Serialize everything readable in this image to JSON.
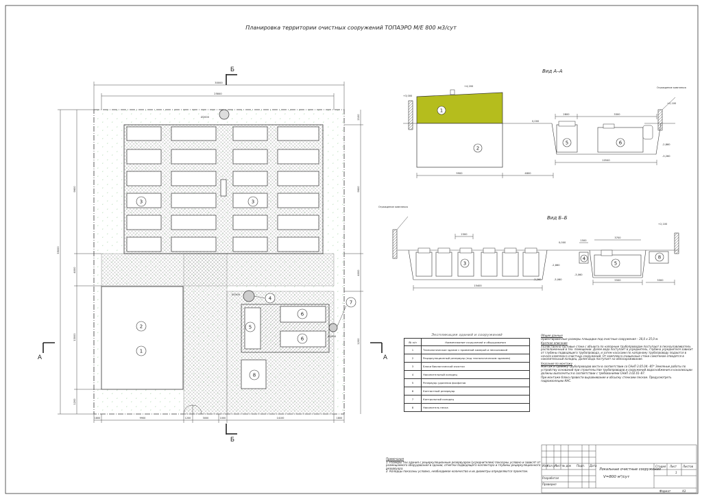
{
  "title": "Планировка территории очистных сооружений ТОПАЭРО М/Е 800 м3/сут",
  "plan": {
    "section_marks": {
      "b": "Б",
      "a": "А"
    },
    "dims_top": [
      "30000",
      "25840"
    ],
    "dims_right": [
      "2100",
      "9600",
      "4000",
      "1200"
    ],
    "dims_left": [
      "9600",
      "4000",
      "13000",
      "1200"
    ],
    "dims_overall": "35000",
    "dims_bottom": [
      "1800",
      "9900",
      "1200",
      "3000",
      "1000",
      "14100",
      "1800"
    ],
    "well_labels": [
      "Ø2000",
      "Ø1500",
      "Ø2000"
    ],
    "numbers": [
      "3",
      "3",
      "2",
      "1",
      "4",
      "5",
      "6",
      "6",
      "7",
      "8"
    ]
  },
  "view_aa": {
    "title": "Вид А–А",
    "labels": [
      "+3,000",
      "+4,200",
      "0,000",
      "Ограждение комплекса",
      "+2,100",
      "-2,860",
      "-3,260"
    ],
    "dims": [
      "9900",
      "4800",
      "2800",
      "3300",
      "10540"
    ],
    "numbers": [
      "1",
      "2",
      "5",
      "6"
    ]
  },
  "view_bb": {
    "title": "Вид Б–Б",
    "labels": [
      "Ограждение комплекса",
      "0,000",
      "+2,100",
      "-2,860",
      "-3,260",
      "-3,060",
      "-3,060"
    ],
    "dims": [
      "2300",
      "1500",
      "3700",
      "15400",
      "5500",
      "3300"
    ],
    "numbers": [
      "3",
      "4",
      "5",
      "8"
    ]
  },
  "legend": {
    "title": "Экспликация зданий и сооружений",
    "header": [
      "№ п/п",
      "Наименование сооружений и оборудования"
    ],
    "rows": [
      [
        "1",
        "Технологическое здание с приемной камерой и песколовкой"
      ],
      [
        "2",
        "Рециркуляционный резервуар (под технологическим зданием)"
      ],
      [
        "3",
        "Блоки биологической очистки"
      ],
      [
        "4",
        "Накопительный колодец"
      ],
      [
        "5",
        "Резервуар удаления фосфатов"
      ],
      [
        "6",
        "Контактный резервуар"
      ],
      [
        "7",
        "Контрольный колодец"
      ],
      [
        "8",
        "Накопитель песка"
      ]
    ]
  },
  "notes": {
    "h1": "Общие данные",
    "p1": "Ориентировочные размеры площадки под очистные сооружения – 30,0 х 35,0 м.",
    "h2": "Краткое описание",
    "p2": "Хозяйственно–бытовые стоки с объекта по напорным трубопроводам поступают в пескоулавливатель расположенный в тех. помещении. Далее вода поступает в усреднитель, глубина усреднителя зависит от глубины подводящего трубопровода, и затем насосами по напорному трубопроводу подаются в начало комплекса очистных сооружений. От комплекса очищенные стоки самотеком отводятся в накопительный колодец. Далее вода поступает на обеззараживание.",
    "h3": "Указания по монтажу",
    "p3": "Монтаж и приемку трубопроводов вести в соответствии со СНиП 3.05.04.–85* Земляные работы по устройству оснований при строительстве трубопроводов и сооружений водоснабжения и канализации должны выполняться в соответствии с требованиями СНиП 3.02.01–87.",
    "p4": "При монтаже блока провести выравнивание и обсыпку стенками песком. Предусмотреть гидроизоляцию КНС."
  },
  "remarks": {
    "h": "Примечания",
    "p1": "1. Размеры тех.здания с рециркуляционным резервуаром (усреднителем) показаны условно и зависят от размещаемого оборудования в здании, отметки подводящего коллектора и глубины рециркуляционного резервуара.",
    "p2": "2. Колодцы показаны условно, необходимое количество и их диаметры определяются проектом."
  },
  "stamp": {
    "cols": [
      "Изм",
      "Кол.уч",
      "Лист",
      "№ док",
      "Подп.",
      "Дата"
    ],
    "rows": [
      "Разработал",
      "Проверил"
    ],
    "name": "Локальные очистные сооружения",
    "capacity": "V=800 м³/сут",
    "stage_h": "Стадия",
    "sheet_h": "Лист",
    "sheets_h": "Листов",
    "sheet_val": "1",
    "format_label": "Формат",
    "format_val": "А3"
  }
}
